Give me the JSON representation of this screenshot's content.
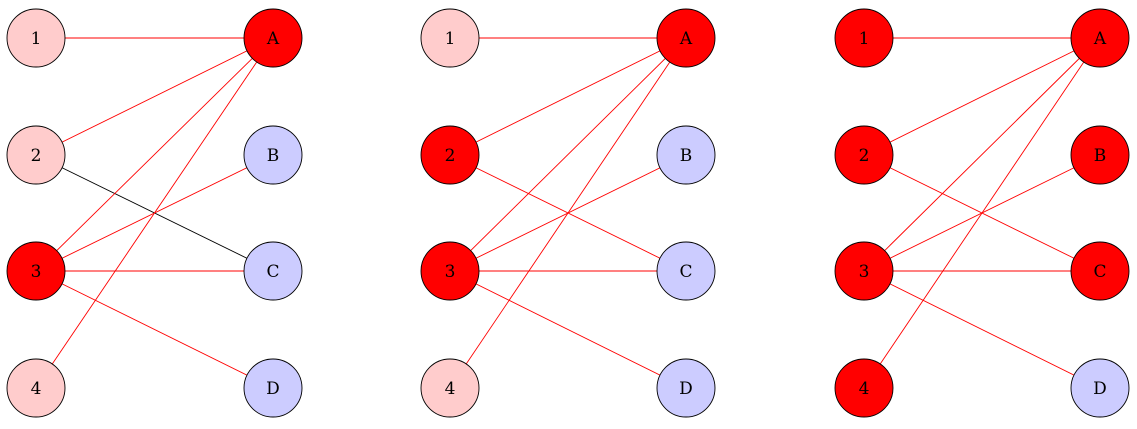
{
  "colors": {
    "left_light": "#ffcccc",
    "right_light": "#ccccff",
    "active": "#ff0000",
    "edge_active": "#ff0000",
    "edge_inactive": "#000000",
    "stroke": "#000000"
  },
  "graphs": [
    {
      "left_nodes": [
        {
          "label": "1",
          "state": "light"
        },
        {
          "label": "2",
          "state": "light"
        },
        {
          "label": "3",
          "state": "active"
        },
        {
          "label": "4",
          "state": "light"
        }
      ],
      "right_nodes": [
        {
          "label": "A",
          "state": "active"
        },
        {
          "label": "B",
          "state": "light"
        },
        {
          "label": "C",
          "state": "light"
        },
        {
          "label": "D",
          "state": "light"
        }
      ],
      "edges": [
        {
          "from": "1",
          "to": "A",
          "active": true
        },
        {
          "from": "2",
          "to": "A",
          "active": true
        },
        {
          "from": "2",
          "to": "C",
          "active": false
        },
        {
          "from": "3",
          "to": "A",
          "active": true
        },
        {
          "from": "3",
          "to": "B",
          "active": true
        },
        {
          "from": "3",
          "to": "C",
          "active": true
        },
        {
          "from": "3",
          "to": "D",
          "active": true
        },
        {
          "from": "4",
          "to": "A",
          "active": true
        }
      ]
    },
    {
      "left_nodes": [
        {
          "label": "1",
          "state": "light"
        },
        {
          "label": "2",
          "state": "active"
        },
        {
          "label": "3",
          "state": "active"
        },
        {
          "label": "4",
          "state": "light"
        }
      ],
      "right_nodes": [
        {
          "label": "A",
          "state": "active"
        },
        {
          "label": "B",
          "state": "light"
        },
        {
          "label": "C",
          "state": "light"
        },
        {
          "label": "D",
          "state": "light"
        }
      ],
      "edges": [
        {
          "from": "1",
          "to": "A",
          "active": true
        },
        {
          "from": "2",
          "to": "A",
          "active": true
        },
        {
          "from": "2",
          "to": "C",
          "active": true
        },
        {
          "from": "3",
          "to": "A",
          "active": true
        },
        {
          "from": "3",
          "to": "B",
          "active": true
        },
        {
          "from": "3",
          "to": "C",
          "active": true
        },
        {
          "from": "3",
          "to": "D",
          "active": true
        },
        {
          "from": "4",
          "to": "A",
          "active": true
        }
      ]
    },
    {
      "left_nodes": [
        {
          "label": "1",
          "state": "active"
        },
        {
          "label": "2",
          "state": "active"
        },
        {
          "label": "3",
          "state": "active"
        },
        {
          "label": "4",
          "state": "active"
        }
      ],
      "right_nodes": [
        {
          "label": "A",
          "state": "active"
        },
        {
          "label": "B",
          "state": "active"
        },
        {
          "label": "C",
          "state": "active"
        },
        {
          "label": "D",
          "state": "light"
        }
      ],
      "edges": [
        {
          "from": "1",
          "to": "A",
          "active": true
        },
        {
          "from": "2",
          "to": "A",
          "active": true
        },
        {
          "from": "2",
          "to": "C",
          "active": true
        },
        {
          "from": "3",
          "to": "A",
          "active": true
        },
        {
          "from": "3",
          "to": "B",
          "active": true
        },
        {
          "from": "3",
          "to": "C",
          "active": true
        },
        {
          "from": "3",
          "to": "D",
          "active": true
        },
        {
          "from": "4",
          "to": "A",
          "active": true
        }
      ]
    }
  ]
}
